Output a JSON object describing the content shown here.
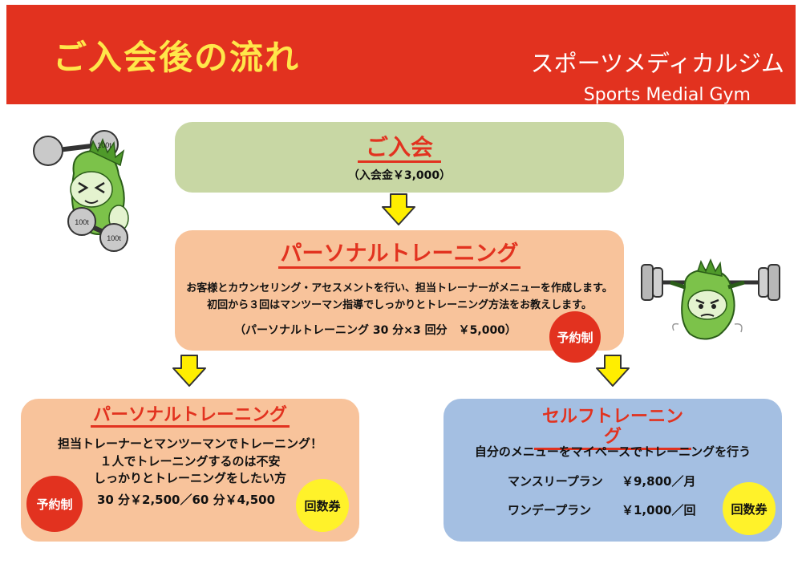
{
  "header": {
    "title": "ご入会後の流れ",
    "gym_name_jp": "スポーツメディカルジム",
    "gym_name_en": "Sports Medial Gym"
  },
  "join": {
    "title": "ご入会",
    "fee": "（入会金￥3,000）"
  },
  "personal_intro": {
    "title": "パーソナルトレーニング",
    "line1": "お客様とカウンセリング・アセスメントを行い、担当トレーナーがメニューを作成します。",
    "line2": "初回から３回はマンツーマン指導でしっかりとトレーニング方法をお教えします。",
    "price": "（パーソナルトレーニング 30 分×3 回分　￥5,000）",
    "badge": "予約制"
  },
  "personal": {
    "title": "パーソナルトレーニング",
    "line1": "担当トレーナーとマンツーマンでトレーニング！",
    "line2": "１人でトレーニングするのは不安",
    "line3": "しっかりとトレーニングをしたい方",
    "price": "30 分￥2,500／60 分￥4,500",
    "badge_reserve": "予約制",
    "badge_ticket": "回数券"
  },
  "self": {
    "title": "セルフトレーニング",
    "line1": "自分のメニューをマイペースでトレーニングを行う",
    "plan1_name": "マンスリープラン",
    "plan1_price": "￥9,800／月",
    "plan2_name": "ワンデープラン",
    "plan2_price": "￥1,000／回",
    "badge_ticket": "回数券"
  },
  "mascot_left": {
    "dumbbell_label": "100t"
  },
  "colors": {
    "header_red": "#e2321f",
    "title_yellow": "#ffe74a",
    "join_green": "#c8d7a4",
    "personal_peach": "#f8c39b",
    "self_blue": "#a4bfe2",
    "arrow_yellow": "#ffee00",
    "badge_yellow": "#fff22a"
  }
}
